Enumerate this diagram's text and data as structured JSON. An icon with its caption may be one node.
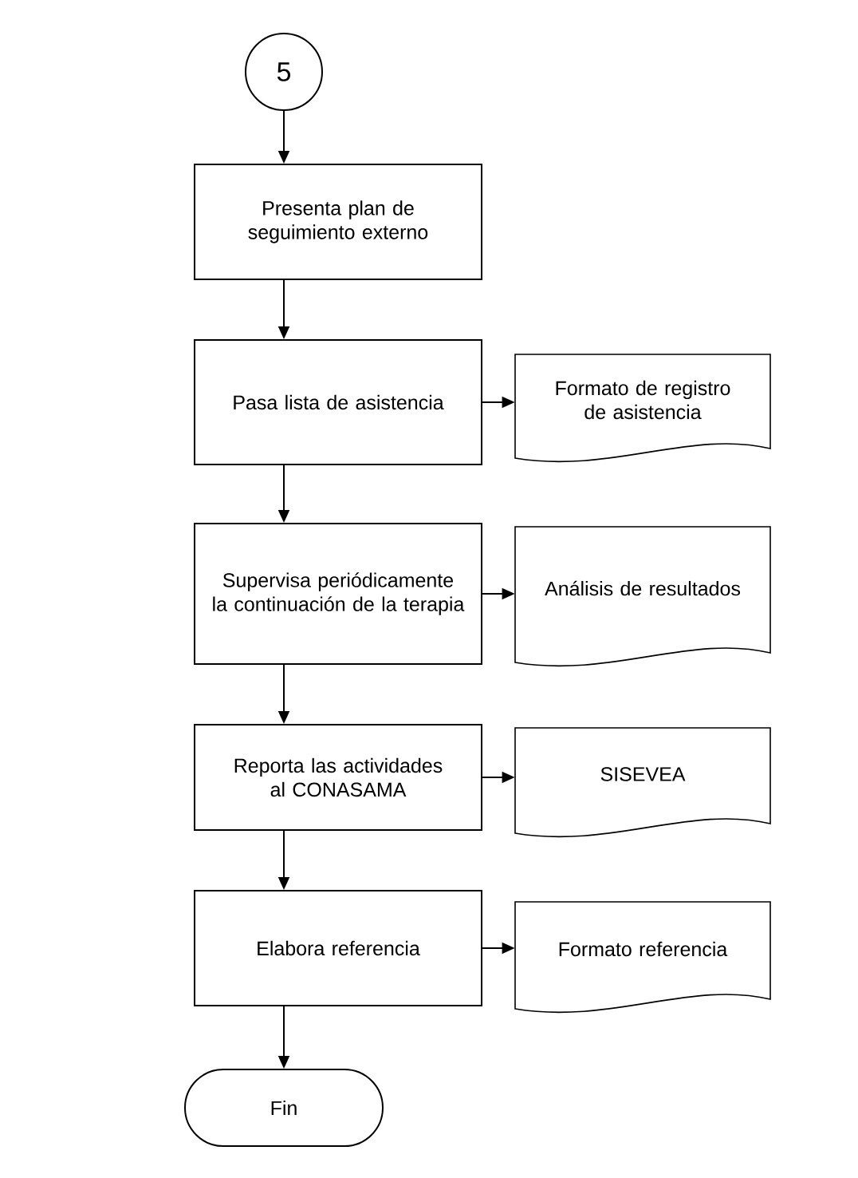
{
  "diagram": {
    "nodes": [
      {
        "text": [
          "5"
        ]
      },
      {
        "text": [
          "Presenta plan de seguimiento externo"
        ]
      },
      {
        "text": [
          "Pasa lista de asistencia"
        ]
      },
      {
        "text": [
          "Formato de registro de asistencia"
        ]
      },
      {
        "text": [
          "Supervisa periódicamente la continuación de la terapia"
        ]
      },
      {
        "text": [
          "Análisis de resultados"
        ]
      },
      {
        "text": [
          "Reporta las actividades al CONASAMA"
        ]
      },
      {
        "text": [
          "SISEVEA"
        ]
      },
      {
        "text": [
          "Elabora referencia"
        ]
      },
      {
        "text": [
          "Formato referencia"
        ]
      },
      {
        "text": [
          "Fin"
        ]
      }
    ],
    "edges": [
      {
        "from": 0,
        "to": 1,
        "arrow": "to"
      },
      {
        "from": 1,
        "to": 2,
        "arrow": "to"
      },
      {
        "from": 2,
        "to": 3,
        "arrow": "to"
      },
      {
        "from": 2,
        "to": 4,
        "arrow": "to"
      },
      {
        "from": 4,
        "to": 5,
        "arrow": "to"
      },
      {
        "from": 4,
        "to": 6,
        "arrow": "to"
      },
      {
        "from": 6,
        "to": 7,
        "arrow": "to"
      },
      {
        "from": 6,
        "to": 8,
        "arrow": "to"
      },
      {
        "from": 8,
        "to": 9,
        "arrow": "to"
      },
      {
        "from": 8,
        "to": 10,
        "arrow": "to"
      }
    ]
  }
}
